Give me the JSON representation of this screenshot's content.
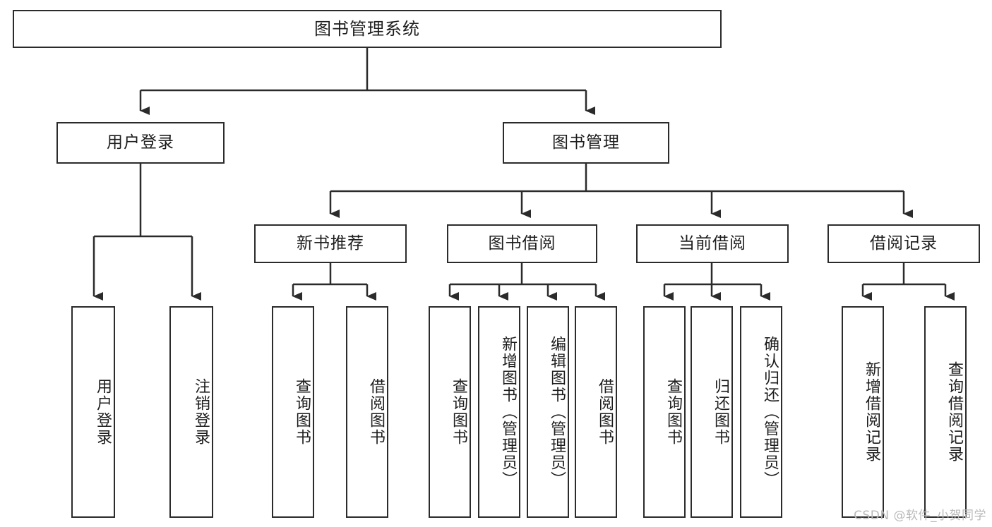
{
  "diagram": {
    "title": "图书管理系统",
    "type": "hierarchy-tree",
    "stroke_color": "#2b2b2b",
    "background_color": "#ffffff",
    "text_color": "#1d1d1d",
    "root": {
      "id": "root",
      "label": "图书管理系统",
      "orientation": "horizontal"
    },
    "level2": [
      {
        "id": "user-login",
        "label": "用户登录",
        "orientation": "horizontal"
      },
      {
        "id": "book-manage",
        "label": "图书管理",
        "orientation": "horizontal"
      }
    ],
    "level3": [
      {
        "id": "new-book-recommend",
        "label": "新书推荐",
        "orientation": "horizontal",
        "parent": "book-manage"
      },
      {
        "id": "book-borrow",
        "label": "图书借阅",
        "orientation": "horizontal",
        "parent": "book-manage"
      },
      {
        "id": "current-borrow",
        "label": "当前借阅",
        "orientation": "horizontal",
        "parent": "book-manage"
      },
      {
        "id": "borrow-record",
        "label": "借阅记录",
        "orientation": "horizontal",
        "parent": "book-manage"
      }
    ],
    "leaves": [
      {
        "id": "leaf-user-login",
        "label": "用户登录",
        "parent": "user-login"
      },
      {
        "id": "leaf-logout-login",
        "label": "注销登录",
        "parent": "user-login"
      },
      {
        "id": "leaf-query-book-1",
        "label": "查询图书",
        "parent": "new-book-recommend"
      },
      {
        "id": "leaf-borrow-book-1",
        "label": "借阅图书",
        "parent": "new-book-recommend"
      },
      {
        "id": "leaf-query-book-2",
        "label": "查询图书",
        "parent": "book-borrow"
      },
      {
        "id": "leaf-add-book",
        "label": "新增图书（管理员）",
        "parent": "book-borrow"
      },
      {
        "id": "leaf-edit-book",
        "label": "编辑图书（管理员）",
        "parent": "book-borrow"
      },
      {
        "id": "leaf-borrow-book-2",
        "label": "借阅图书",
        "parent": "book-borrow"
      },
      {
        "id": "leaf-query-book-3",
        "label": "查询图书",
        "parent": "current-borrow"
      },
      {
        "id": "leaf-return-book",
        "label": "归还图书",
        "parent": "current-borrow"
      },
      {
        "id": "leaf-confirm-return",
        "label": "确认归还（管理员）",
        "parent": "current-borrow"
      },
      {
        "id": "leaf-add-record",
        "label": "新增借阅记录",
        "parent": "borrow-record"
      },
      {
        "id": "leaf-query-record",
        "label": "查询借阅记录",
        "parent": "borrow-record"
      }
    ]
  },
  "watermark": {
    "text": "CSDN @软件_小贺同学"
  }
}
